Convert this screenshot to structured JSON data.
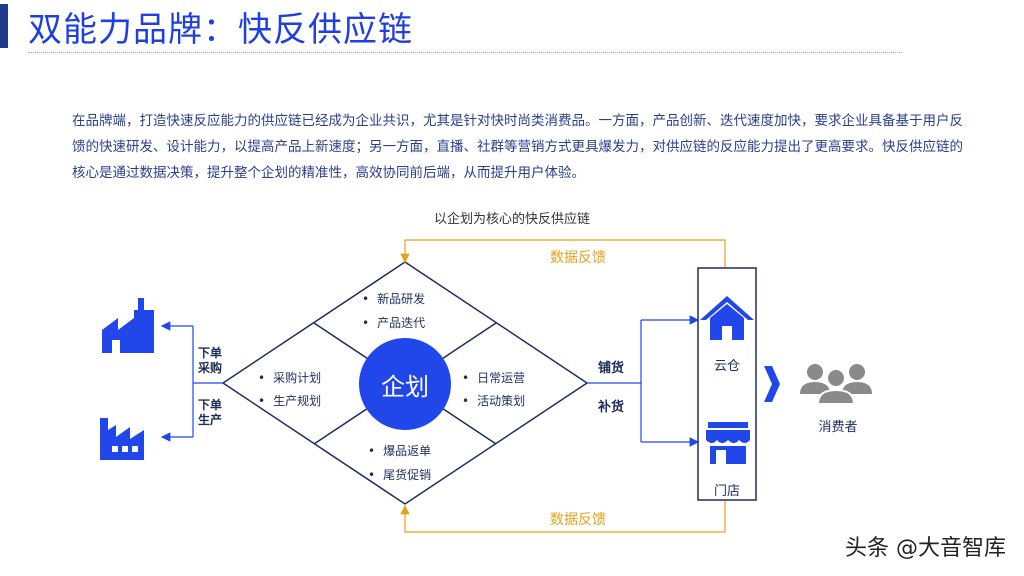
{
  "page": {
    "title": "双能力品牌：快反供应链",
    "intro": "在品牌端，打造快速反应能力的供应链已经成为企业共识，尤其是针对快时尚类消费品。一方面，产品创新、迭代速度加快，要求企业具备基于用户反馈的快速研发、设计能力，以提高产品上新速度；另一方面，直播、社群等营销方式更具爆发力，对供应链的反应能力提出了更高要求。快反供应链的核心是通过数据决策，提升整个企划的精准性，高效协同前后端，从而提升用户体验。",
    "watermark": "头条 @大音智库"
  },
  "diagram": {
    "title": "以企划为核心的快反供应链",
    "core": "企划",
    "top": [
      "新品研发",
      "产品迭代"
    ],
    "left": [
      "采购计划",
      "生产规划"
    ],
    "right": [
      "日常运营",
      "活动策划"
    ],
    "bottom": [
      "爆品返单",
      "尾货促销"
    ],
    "feedback_top": "数据反馈",
    "feedback_bottom": "数据反馈",
    "order_purchase": [
      "下单",
      "采购"
    ],
    "order_produce": [
      "下单",
      "生产"
    ],
    "distribute": "铺货",
    "replenish": "补货",
    "cloud_warehouse": "云仓",
    "store": "门店",
    "consumer": "消费者"
  },
  "colors": {
    "accent_blue": "#2147ea",
    "title_blue": "#1f3fe0",
    "feedback_orange": "#e5a21c",
    "dark_navy": "#1f3a8a"
  },
  "icons": [
    "factory-icon",
    "factory-small-icon",
    "house-icon",
    "store-icon",
    "chevron-right-icon",
    "consumers-icon"
  ]
}
